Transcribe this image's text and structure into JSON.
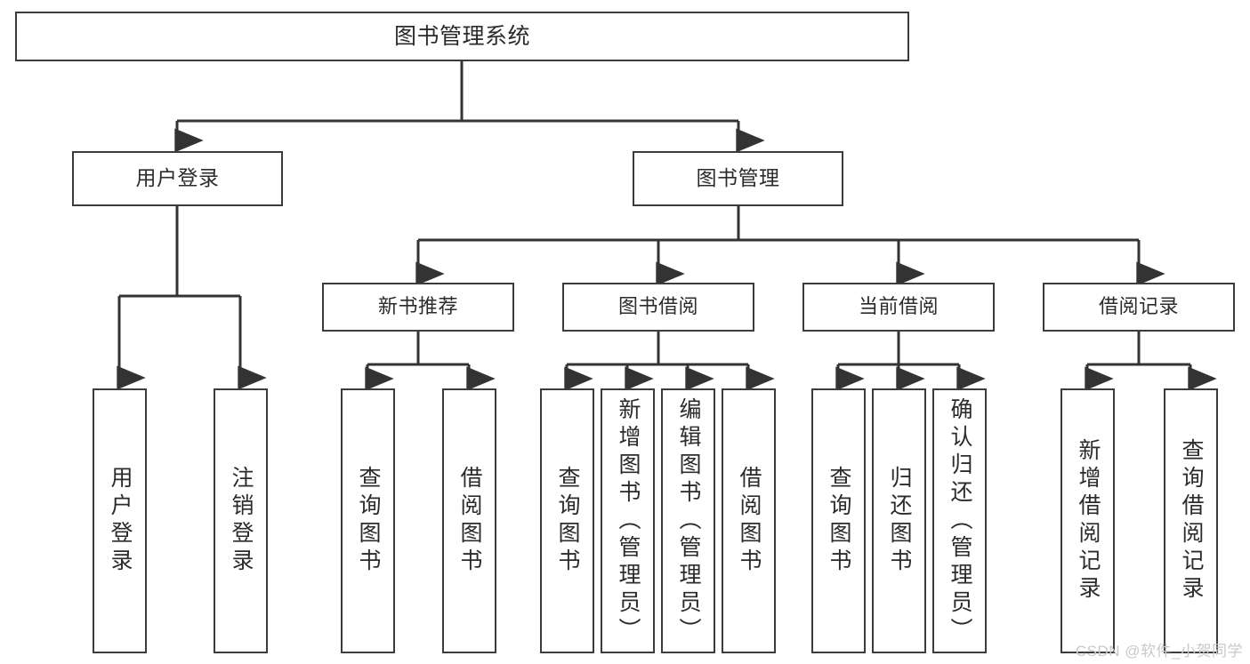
{
  "diagram": {
    "title": "图书管理系统",
    "type": "hierarchy-tree",
    "root": {
      "label": "图书管理系统"
    },
    "level2": [
      {
        "label": "用户登录"
      },
      {
        "label": "图书管理"
      }
    ],
    "level3": [
      {
        "label": "新书推荐"
      },
      {
        "label": "图书借阅"
      },
      {
        "label": "当前借阅"
      },
      {
        "label": "借阅记录"
      }
    ],
    "leaves": {
      "user_login": [
        {
          "label": "用户登录"
        },
        {
          "label": "注销登录"
        }
      ],
      "new_book_recommend": [
        {
          "label": "查询图书"
        },
        {
          "label": "借阅图书"
        }
      ],
      "book_borrow": [
        {
          "label": "查询图书"
        },
        {
          "label": "新增图书（管理员）"
        },
        {
          "label": "编辑图书（管理员）"
        },
        {
          "label": "借阅图书"
        }
      ],
      "current_borrow": [
        {
          "label": "查询图书"
        },
        {
          "label": "归还图书"
        },
        {
          "label": "确认归还（管理员）"
        }
      ],
      "borrow_record": [
        {
          "label": "新增借阅记录"
        },
        {
          "label": "查询借阅记录"
        }
      ]
    }
  },
  "watermark": {
    "text": "CSDN @软件_小贺同学"
  },
  "colors": {
    "box_border": "#3c3c3c",
    "box_fill": "#ffffff",
    "text": "#2b2b2b",
    "connector": "#333333",
    "watermark": "#c9c9c9",
    "background": "#ffffff"
  }
}
